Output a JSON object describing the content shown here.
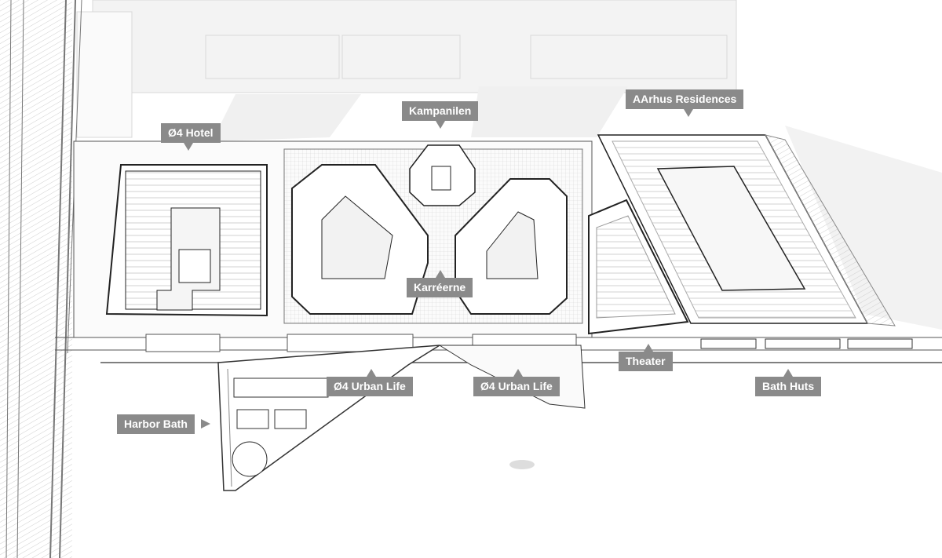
{
  "labels": {
    "hotel": "Ø4 Hotel",
    "kampanilen": "Kampanilen",
    "residences": "AArhus Residences",
    "karreerne": "Karréerne",
    "urban_life_1": "Ø4 Urban Life",
    "urban_life_2": "Ø4 Urban Life",
    "theater": "Theater",
    "bath_huts": "Bath Huts",
    "harbor_bath": "Harbor Bath"
  },
  "colors": {
    "label_bg": "#8a8a8a",
    "label_text": "#ffffff",
    "line": "#333333",
    "faint": "#e4e4e4"
  }
}
